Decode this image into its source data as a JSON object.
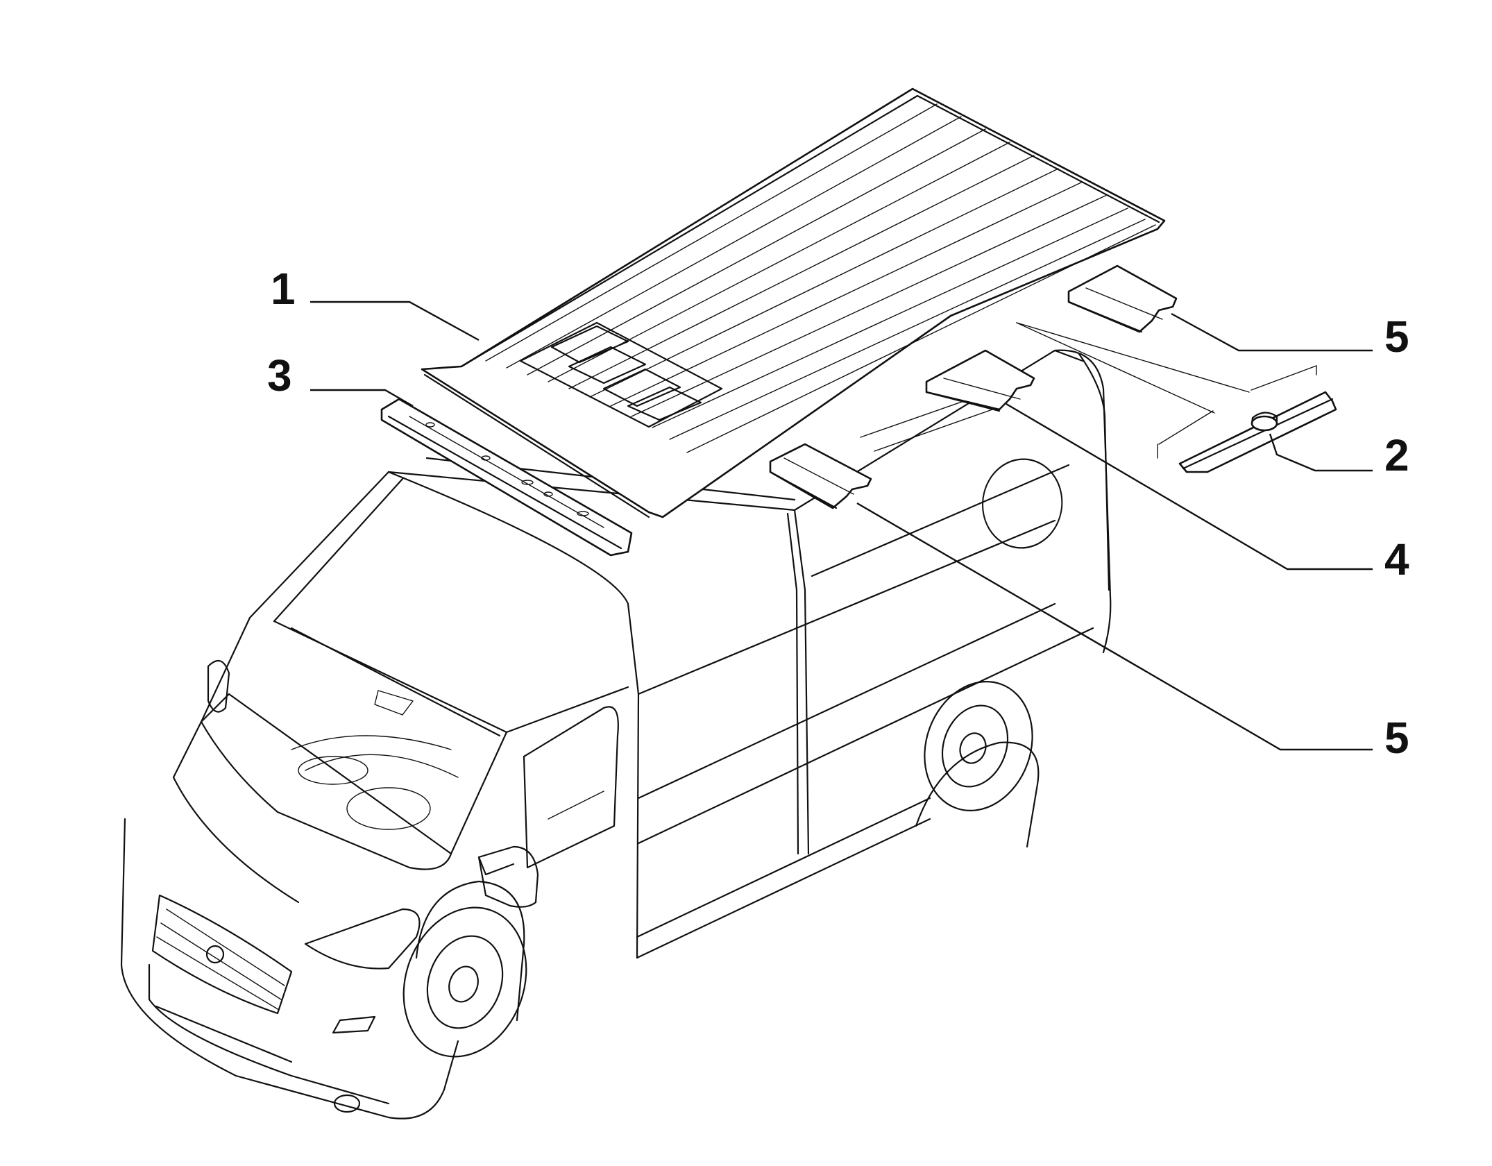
{
  "callouts": [
    {
      "id": "roof-panel",
      "label": "1"
    },
    {
      "id": "rear-roof-crossmember",
      "label": "2"
    },
    {
      "id": "front-roof-crossmember",
      "label": "3"
    },
    {
      "id": "center-roof-bow",
      "label": "4"
    },
    {
      "id": "roof-bow-rear",
      "label": "5"
    },
    {
      "id": "roof-bow-front",
      "label": "5"
    }
  ],
  "colors": {
    "line": "#111111",
    "background": "#ffffff"
  }
}
